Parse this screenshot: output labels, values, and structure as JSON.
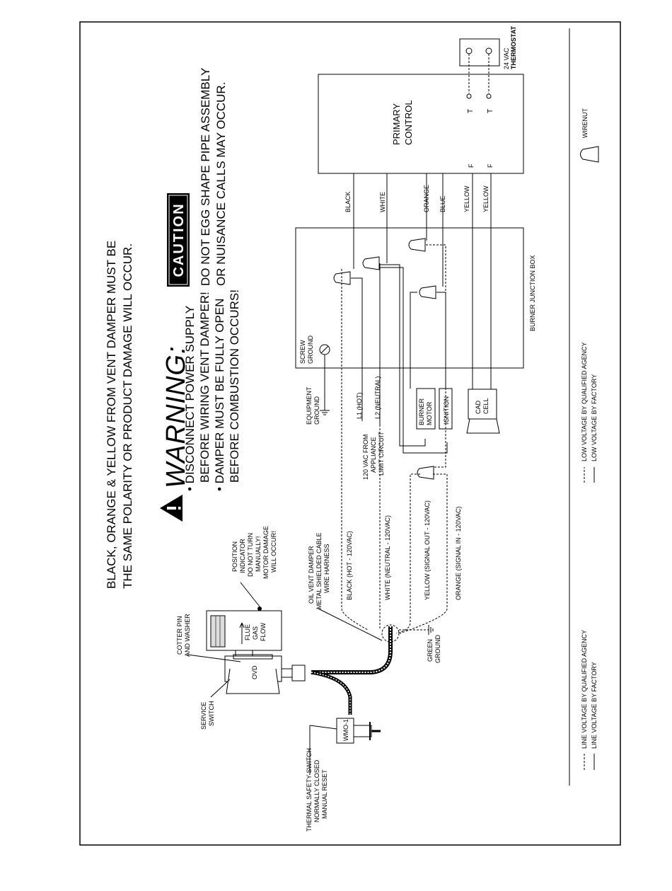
{
  "notice": {
    "line1": "BLACK, ORANGE & YELLOW FROM VENT DAMPER MUST BE",
    "line2": "THE SAME POLARITY OR PRODUCT DAMAGE WILL OCCUR."
  },
  "warning": {
    "title": "WARNING:",
    "lines": [
      "• DISCONNECT POWER SUPPLY",
      "BEFORE WIRING VENT DAMPER!",
      "• DAMPER MUST BE FULLY OPEN",
      "BEFORE COMBUSTION OCCURS!"
    ]
  },
  "caution": {
    "badge": "CAUTION",
    "line1": "DO NOT EGG SHAPE PIPE ASSEMBLY",
    "line2": "OR NUISANCE CALLS MAY OCCUR."
  },
  "components": {
    "primary_control": [
      "PRIMARY",
      "CONTROL"
    ],
    "thermostat": [
      "24 VAC",
      "THERMOSTAT"
    ],
    "terminal_t": "T",
    "terminal_f": "F",
    "burner_junction_box": "BURNER JUNCTION BOX",
    "screw_ground": [
      "SCREW",
      "GROUND"
    ],
    "equipment_ground": [
      "EQUIPMENT",
      "GROUND"
    ],
    "burner_motor": [
      "BURNER",
      "MOTOR"
    ],
    "ignition": "IGNITION",
    "cad_cell": [
      "CAD",
      "CELL"
    ],
    "wirenut": "WIRENUT",
    "ovd": "OVD",
    "wmo": "WMO-1",
    "flue_gas_flow": [
      "FLUE",
      "GAS",
      "FLOW"
    ],
    "green_ground": [
      "GREEN",
      "GROUND"
    ]
  },
  "wires": {
    "black": "BLACK",
    "white": "WHITE",
    "orange": "ORANGE",
    "blue": "BLUE",
    "yellow": "YELLOW",
    "l1": "L1 (HOT)",
    "l2": "L2 (NEUTRAL)",
    "supply": [
      "120 VAC FROM",
      "APPLIANCE",
      "LIMIT CIRCUIT"
    ],
    "harness_black": "BLACK (HOT - 120VAC)",
    "harness_white": "WHITE (NEUTRAL - 120VAC)",
    "harness_yellow": "YELLOW (SIGNAL OUT - 120VAC)",
    "harness_orange": "ORANGE (SIGNAL IN - 120VAC)"
  },
  "callouts": {
    "harness": [
      "OIL VENT DAMPER",
      "METAL SHIELDED CABLE",
      "WIRE HARNESS"
    ],
    "position": [
      "POSITION",
      "INDICATOR",
      "DO NOT TURN",
      "MANUALLY!",
      "MOTOR DAMAGE",
      "WILL OCCUR!"
    ],
    "cotter": [
      "COTTER PIN",
      "AND WASHER"
    ],
    "service": [
      "SERVICE",
      "SWITCH"
    ],
    "thermal": [
      "THERMAL SAFETY SWITCH",
      "NORMALLY CLOSED",
      "MANUAL RESET"
    ]
  },
  "legend_left": {
    "dashed": "LINE VOLTAGE BY QUALIFIED AGENCY",
    "solid": "LINE VOLTAGE BY FACTORY"
  },
  "legend_right": {
    "dashed": "LOW VOLTAGE BY QUALIFIED AGENCY",
    "solid": "LOW VOLTAGE BY FACTORY"
  }
}
